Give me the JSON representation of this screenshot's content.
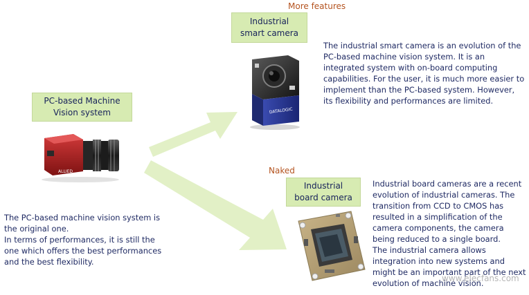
{
  "smart": {
    "tag": "More features",
    "box_title": "Industrial smart camera",
    "description": "The industrial smart camera is an evolution of the PC-based machine vision system. It is an integrated system with on-board computing capabilities. For the user, it is much more easier to implement than the PC-based system. However, its flexibility and performances are limited.",
    "brand": "DATALOGIC"
  },
  "pc": {
    "box_title": "PC-based Machine Vision system",
    "description_1": "The PC-based machine vision system is the original one.",
    "description_2": "In terms of performances, it is still the one which offers the best performances and the best flexibility.",
    "brand": "ALLIED"
  },
  "board": {
    "tag": "Naked",
    "box_title": "Industrial board camera",
    "description_1": "Industrial board cameras are a recent evolution of industrial cameras. The transition from CCD to CMOS has resulted in a simplification of the camera components, the camera being reduced to a single board.",
    "description_2": "The industrial camera allows integration into new systems and might be an important part of the next evolution of machine vision."
  },
  "watermark": "www.elecfans.com",
  "colors": {
    "arrow": "#e2f0c6",
    "box_fill": "#d7ebb2",
    "tag_text": "#b4531f",
    "body_text": "#1f2a63"
  }
}
